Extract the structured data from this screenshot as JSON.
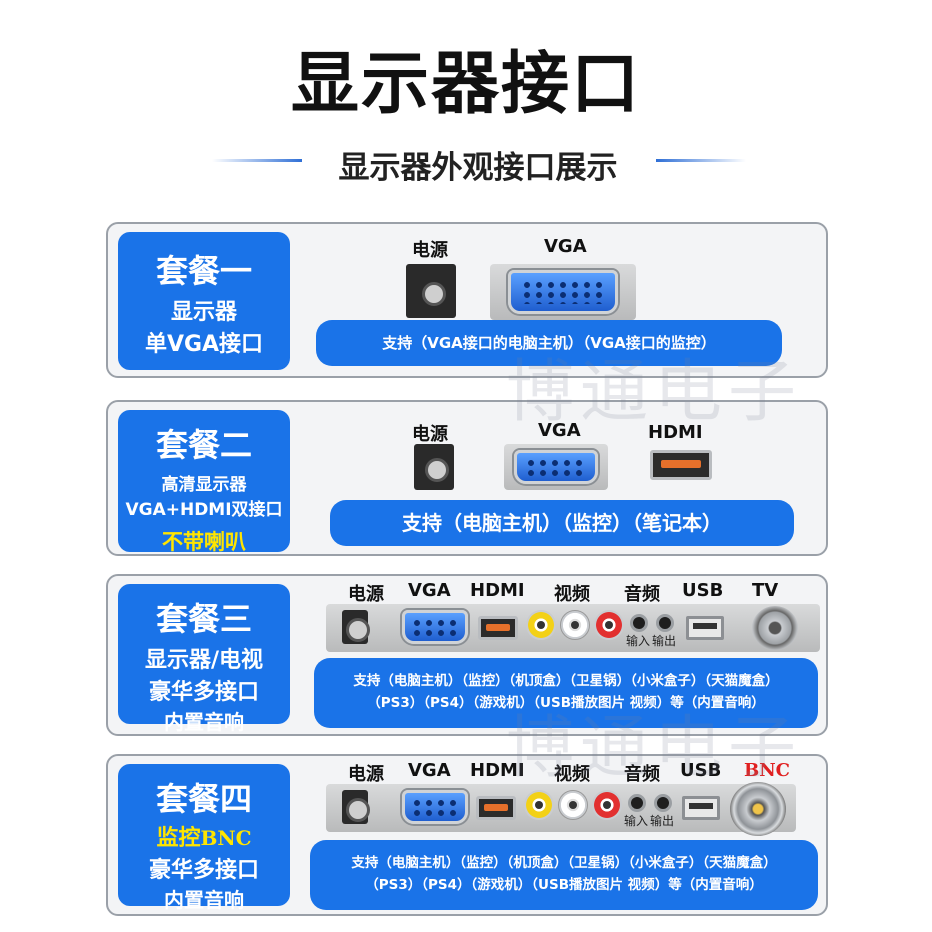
{
  "title": "显示器接口",
  "subtitle": "显示器外观接口展示",
  "watermark": "博通电子",
  "packages": [
    {
      "name": "套餐一",
      "lines": [
        "显示器",
        "单VGA接口"
      ],
      "ports": [
        "电源",
        "VGA"
      ],
      "support": "支持（VGA接口的电脑主机）（VGA接口的监控）"
    },
    {
      "name": "套餐二",
      "lines": [
        "高清显示器",
        "VGA+HDMI双接口",
        "不带喇叭"
      ],
      "ports": [
        "电源",
        "VGA",
        "HDMI"
      ],
      "support": "支持（电脑主机）（监控）（笔记本）"
    },
    {
      "name": "套餐三",
      "lines": [
        "显示器/电视",
        "豪华多接口",
        "内置音响"
      ],
      "ports": [
        "电源",
        "VGA",
        "HDMI",
        "视频",
        "音频",
        "USB",
        "TV"
      ],
      "io_labels": [
        "输入",
        "输出"
      ],
      "support_lines": [
        "支持（电脑主机）（监控）（机顶盒）（卫星锅）（小米盒子）（天猫魔盒）",
        "（PS3）（PS4）（游戏机）（USB播放图片 视频）等（内置音响）"
      ]
    },
    {
      "name": "套餐四",
      "lines_prefix": "监控",
      "lines_suffix": "BNC",
      "lines": [
        "豪华多接口",
        "内置音响"
      ],
      "ports": [
        "电源",
        "VGA",
        "HDMI",
        "视频",
        "音频",
        "USB",
        "BNC"
      ],
      "io_labels": [
        "输入",
        "输出"
      ],
      "support_lines": [
        "支持（电脑主机）（监控）（机顶盒）（卫星锅）（小米盒子）（天猫魔盒）",
        "（PS3）（PS4）（游戏机）（USB播放图片 视频）等（内置音响）"
      ]
    }
  ],
  "colors": {
    "accent_blue": "#1a73e8",
    "highlight_yellow": "#ffe500",
    "bnc_red": "#e02020",
    "card_bg": "#f3f4f6"
  },
  "icons": [
    "power-jack-icon",
    "vga-port-icon",
    "hdmi-port-icon",
    "rca-video-icon",
    "rca-audio-icon",
    "audio-jack-icon",
    "usb-port-icon",
    "tv-coax-icon",
    "bnc-port-icon"
  ]
}
